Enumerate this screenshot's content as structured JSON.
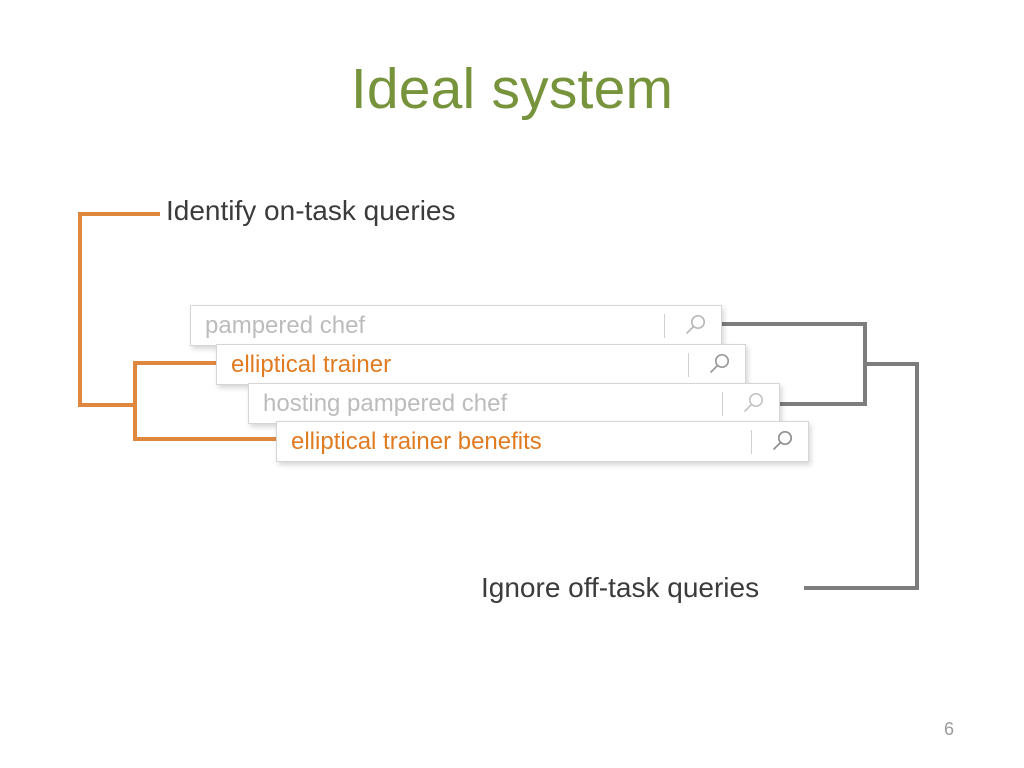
{
  "slide": {
    "title": "Ideal system",
    "page_number": "6",
    "colors": {
      "title_green": "#77933C",
      "accent_orange": "#E0873F",
      "query_orange": "#E07B22",
      "connector_gray": "#7D7D7D",
      "muted_query_gray": "#BCBCBC",
      "label_text": "#3B3B3B",
      "background": "#FFFFFF"
    }
  },
  "annotations": [
    {
      "id": "on-task",
      "text": "Identify on-task queries",
      "connector_color": "#E0873F",
      "targets": [
        "elliptical trainer",
        "elliptical trainer benefits"
      ]
    },
    {
      "id": "off-task",
      "text": "Ignore off-task queries",
      "connector_color": "#7D7D7D",
      "targets": [
        "pampered chef",
        "hosting pampered chef"
      ]
    }
  ],
  "search_boxes": [
    {
      "id": "box-1",
      "query": "pampered chef",
      "state": "off-task",
      "text_color": "#BCBCBC",
      "icon": "magnifier-icon"
    },
    {
      "id": "box-2",
      "query": "elliptical trainer",
      "state": "on-task",
      "text_color": "#E07B22",
      "icon": "magnifier-icon"
    },
    {
      "id": "box-3",
      "query": "hosting pampered chef",
      "state": "off-task",
      "text_color": "#BCBCBC",
      "icon": "magnifier-icon"
    },
    {
      "id": "box-4",
      "query": "elliptical trainer benefits",
      "state": "on-task",
      "text_color": "#E07B22",
      "icon": "magnifier-icon"
    }
  ]
}
